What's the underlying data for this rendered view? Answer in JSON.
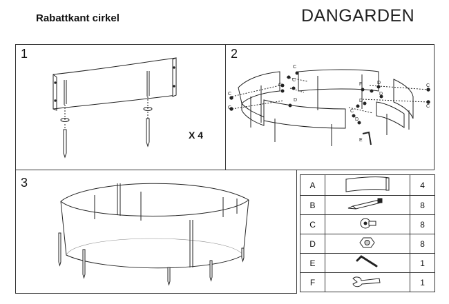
{
  "header": {
    "title": "Rabattkant cirkel",
    "brand": "DANGARDEN"
  },
  "panels": {
    "p1": {
      "number": "1",
      "multiplier": "X 4"
    },
    "p2": {
      "number": "2"
    },
    "p3": {
      "number": "3"
    }
  },
  "callouts": {
    "c": "C",
    "d": "D",
    "e": "E",
    "f": "F"
  },
  "parts": [
    {
      "label": "A",
      "qty": "4",
      "icon": "border-panel-icon"
    },
    {
      "label": "B",
      "qty": "8",
      "icon": "ground-spike-icon"
    },
    {
      "label": "C",
      "qty": "8",
      "icon": "bolt-icon"
    },
    {
      "label": "D",
      "qty": "8",
      "icon": "nut-icon"
    },
    {
      "label": "E",
      "qty": "1",
      "icon": "hex-key-icon"
    },
    {
      "label": "F",
      "qty": "1",
      "icon": "wrench-icon"
    }
  ]
}
